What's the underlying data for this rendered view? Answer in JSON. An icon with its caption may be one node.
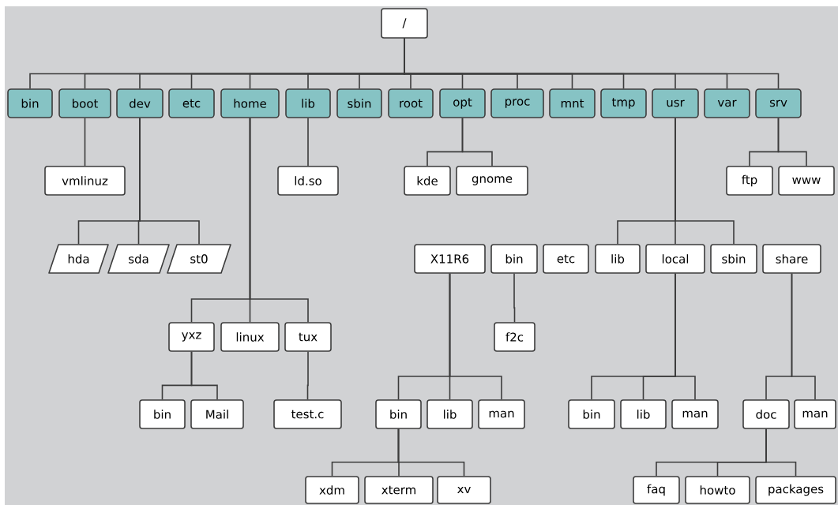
{
  "diagram": {
    "nodes": [
      {
        "text": [
          "/"
        ]
      },
      {
        "text": [
          "bin"
        ]
      },
      {
        "text": [
          "boot"
        ]
      },
      {
        "text": [
          "dev"
        ]
      },
      {
        "text": [
          "etc"
        ]
      },
      {
        "text": [
          "home"
        ]
      },
      {
        "text": [
          "lib"
        ]
      },
      {
        "text": [
          "sbin"
        ]
      },
      {
        "text": [
          "root"
        ]
      },
      {
        "text": [
          "opt"
        ]
      },
      {
        "text": [
          "proc"
        ]
      },
      {
        "text": [
          "mnt"
        ]
      },
      {
        "text": [
          "tmp"
        ]
      },
      {
        "text": [
          "usr"
        ]
      },
      {
        "text": [
          "var"
        ]
      },
      {
        "text": [
          "srv"
        ]
      },
      {
        "text": [
          "vmlinuz"
        ]
      },
      {
        "text": [
          "ld.so"
        ]
      },
      {
        "text": [
          "kde"
        ]
      },
      {
        "text": [
          "gnome"
        ]
      },
      {
        "text": [
          "ftp"
        ]
      },
      {
        "text": [
          "www"
        ]
      },
      {
        "text": [
          "hda"
        ]
      },
      {
        "text": [
          "sda"
        ]
      },
      {
        "text": [
          "st0"
        ]
      },
      {
        "text": [
          "X11R6"
        ]
      },
      {
        "text": [
          "bin"
        ]
      },
      {
        "text": [
          "etc"
        ]
      },
      {
        "text": [
          "lib"
        ]
      },
      {
        "text": [
          "local"
        ]
      },
      {
        "text": [
          "sbin"
        ]
      },
      {
        "text": [
          "share"
        ]
      },
      {
        "text": [
          "yxz"
        ]
      },
      {
        "text": [
          "linux"
        ]
      },
      {
        "text": [
          "tux"
        ]
      },
      {
        "text": [
          "f2c"
        ]
      },
      {
        "text": [
          "bin"
        ]
      },
      {
        "text": [
          "Mail"
        ]
      },
      {
        "text": [
          "test.c"
        ]
      },
      {
        "text": [
          "bin"
        ]
      },
      {
        "text": [
          "lib"
        ]
      },
      {
        "text": [
          "man"
        ]
      },
      {
        "text": [
          "bin"
        ]
      },
      {
        "text": [
          "lib"
        ]
      },
      {
        "text": [
          "man"
        ]
      },
      {
        "text": [
          "doc"
        ]
      },
      {
        "text": [
          "man"
        ]
      },
      {
        "text": [
          "xdm"
        ]
      },
      {
        "text": [
          "xterm"
        ]
      },
      {
        "text": [
          "xv"
        ]
      },
      {
        "text": [
          "faq"
        ]
      },
      {
        "text": [
          "howto"
        ]
      },
      {
        "text": [
          "packages"
        ]
      }
    ],
    "edges": [
      {
        "from": 0,
        "to": 1,
        "arrow": "none"
      },
      {
        "from": 0,
        "to": 2,
        "arrow": "none"
      },
      {
        "from": 0,
        "to": 3,
        "arrow": "none"
      },
      {
        "from": 0,
        "to": 4,
        "arrow": "none"
      },
      {
        "from": 0,
        "to": 5,
        "arrow": "none"
      },
      {
        "from": 0,
        "to": 6,
        "arrow": "none"
      },
      {
        "from": 0,
        "to": 7,
        "arrow": "none"
      },
      {
        "from": 0,
        "to": 8,
        "arrow": "none"
      },
      {
        "from": 0,
        "to": 9,
        "arrow": "none"
      },
      {
        "from": 0,
        "to": 10,
        "arrow": "none"
      },
      {
        "from": 0,
        "to": 11,
        "arrow": "none"
      },
      {
        "from": 0,
        "to": 12,
        "arrow": "none"
      },
      {
        "from": 0,
        "to": 13,
        "arrow": "none"
      },
      {
        "from": 0,
        "to": 14,
        "arrow": "none"
      },
      {
        "from": 0,
        "to": 15,
        "arrow": "none"
      },
      {
        "from": 2,
        "to": 16,
        "arrow": "none"
      },
      {
        "from": 6,
        "to": 17,
        "arrow": "none"
      },
      {
        "from": 9,
        "to": 18,
        "arrow": "none"
      },
      {
        "from": 9,
        "to": 19,
        "arrow": "none"
      },
      {
        "from": 15,
        "to": 20,
        "arrow": "none"
      },
      {
        "from": 15,
        "to": 21,
        "arrow": "none"
      },
      {
        "from": 3,
        "to": 22,
        "arrow": "none"
      },
      {
        "from": 3,
        "to": 23,
        "arrow": "none"
      },
      {
        "from": 3,
        "to": 24,
        "arrow": "none"
      },
      {
        "from": 13,
        "to": 28,
        "arrow": "none"
      },
      {
        "from": 13,
        "to": 29,
        "arrow": "none"
      },
      {
        "from": 13,
        "to": 30,
        "arrow": "none"
      },
      {
        "from": 5,
        "to": 32,
        "arrow": "none"
      },
      {
        "from": 5,
        "to": 33,
        "arrow": "none"
      },
      {
        "from": 5,
        "to": 34,
        "arrow": "none"
      },
      {
        "from": 26,
        "to": 35,
        "arrow": "none"
      },
      {
        "from": 32,
        "to": 36,
        "arrow": "none"
      },
      {
        "from": 32,
        "to": 37,
        "arrow": "none"
      },
      {
        "from": 34,
        "to": 38,
        "arrow": "none"
      },
      {
        "from": 25,
        "to": 39,
        "arrow": "none"
      },
      {
        "from": 25,
        "to": 40,
        "arrow": "none"
      },
      {
        "from": 25,
        "to": 41,
        "arrow": "none"
      },
      {
        "from": 29,
        "to": 42,
        "arrow": "none"
      },
      {
        "from": 29,
        "to": 43,
        "arrow": "none"
      },
      {
        "from": 29,
        "to": 44,
        "arrow": "none"
      },
      {
        "from": 31,
        "to": 45,
        "arrow": "none"
      },
      {
        "from": 31,
        "to": 46,
        "arrow": "none"
      },
      {
        "from": 39,
        "to": 47,
        "arrow": "none"
      },
      {
        "from": 39,
        "to": 48,
        "arrow": "none"
      },
      {
        "from": 39,
        "to": 49,
        "arrow": "none"
      },
      {
        "from": 45,
        "to": 50,
        "arrow": "none"
      },
      {
        "from": 45,
        "to": 51,
        "arrow": "none"
      },
      {
        "from": 45,
        "to": 52,
        "arrow": "none"
      }
    ]
  }
}
